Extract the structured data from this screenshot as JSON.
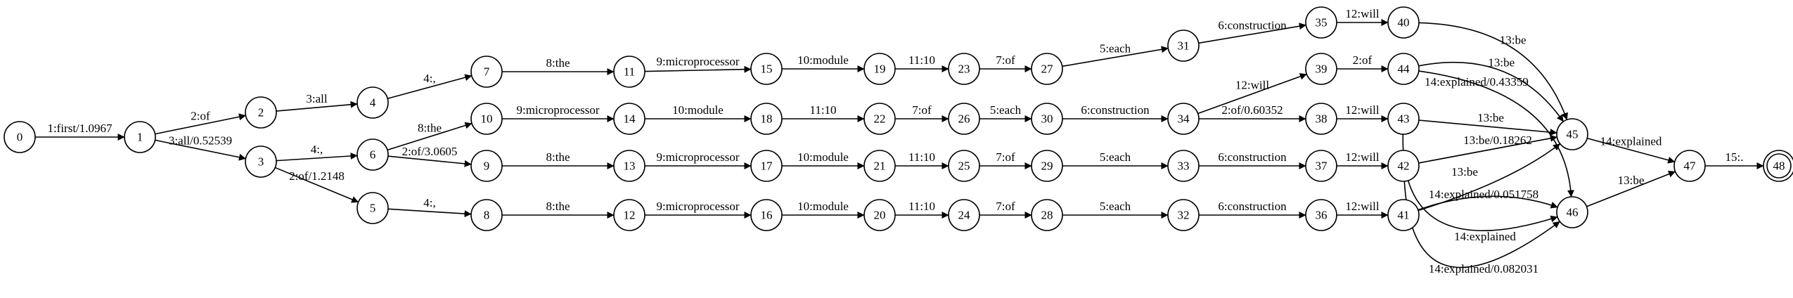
{
  "graph": {
    "start_node": "0",
    "final_nodes": [
      "48"
    ],
    "nodes": [
      "0",
      "1",
      "2",
      "3",
      "4",
      "5",
      "6",
      "7",
      "8",
      "9",
      "10",
      "11",
      "12",
      "13",
      "14",
      "15",
      "16",
      "17",
      "18",
      "19",
      "20",
      "21",
      "22",
      "23",
      "24",
      "25",
      "26",
      "27",
      "28",
      "29",
      "30",
      "31",
      "32",
      "33",
      "34",
      "35",
      "36",
      "37",
      "38",
      "39",
      "40",
      "41",
      "42",
      "43",
      "44",
      "45",
      "46",
      "47",
      "48"
    ],
    "edges": [
      {
        "from": "0",
        "to": "1",
        "label": "1:first/1.0967"
      },
      {
        "from": "1",
        "to": "2",
        "label": "2:of"
      },
      {
        "from": "1",
        "to": "3",
        "label": "3:all/0.52539"
      },
      {
        "from": "2",
        "to": "4",
        "label": "3:all"
      },
      {
        "from": "3",
        "to": "6",
        "label": "4:,"
      },
      {
        "from": "3",
        "to": "5",
        "label": "2:of/1.2148"
      },
      {
        "from": "4",
        "to": "7",
        "label": "4:,"
      },
      {
        "from": "5",
        "to": "8",
        "label": "4:,"
      },
      {
        "from": "6",
        "to": "10",
        "label": "8:the"
      },
      {
        "from": "6",
        "to": "9",
        "label": "2:of/3.0605"
      },
      {
        "from": "7",
        "to": "11",
        "label": "8:the"
      },
      {
        "from": "8",
        "to": "12",
        "label": "8:the"
      },
      {
        "from": "9",
        "to": "13",
        "label": "8:the"
      },
      {
        "from": "10",
        "to": "14",
        "label": "9:microprocessor"
      },
      {
        "from": "11",
        "to": "15",
        "label": "9:microprocessor"
      },
      {
        "from": "12",
        "to": "16",
        "label": "9:microprocessor"
      },
      {
        "from": "13",
        "to": "17",
        "label": "9:microprocessor"
      },
      {
        "from": "14",
        "to": "18",
        "label": "10:module"
      },
      {
        "from": "15",
        "to": "19",
        "label": "10:module"
      },
      {
        "from": "16",
        "to": "20",
        "label": "10:module"
      },
      {
        "from": "17",
        "to": "21",
        "label": "10:module"
      },
      {
        "from": "18",
        "to": "22",
        "label": "11:10"
      },
      {
        "from": "19",
        "to": "23",
        "label": "11:10"
      },
      {
        "from": "20",
        "to": "24",
        "label": "11:10"
      },
      {
        "from": "21",
        "to": "25",
        "label": "11:10"
      },
      {
        "from": "22",
        "to": "26",
        "label": "7:of"
      },
      {
        "from": "23",
        "to": "27",
        "label": "7:of"
      },
      {
        "from": "24",
        "to": "28",
        "label": "7:of"
      },
      {
        "from": "25",
        "to": "29",
        "label": "7:of"
      },
      {
        "from": "26",
        "to": "30",
        "label": "5:each"
      },
      {
        "from": "27",
        "to": "31",
        "label": "5:each"
      },
      {
        "from": "28",
        "to": "32",
        "label": "5:each"
      },
      {
        "from": "29",
        "to": "33",
        "label": "5:each"
      },
      {
        "from": "30",
        "to": "34",
        "label": "6:construction"
      },
      {
        "from": "31",
        "to": "35",
        "label": "6:construction"
      },
      {
        "from": "32",
        "to": "36",
        "label": "6:construction"
      },
      {
        "from": "33",
        "to": "37",
        "label": "6:construction"
      },
      {
        "from": "34",
        "to": "39",
        "label": "12:will"
      },
      {
        "from": "34",
        "to": "38",
        "label": "2:of/0.60352"
      },
      {
        "from": "35",
        "to": "40",
        "label": "12:will"
      },
      {
        "from": "36",
        "to": "41",
        "label": "12:will"
      },
      {
        "from": "37",
        "to": "42",
        "label": "12:will"
      },
      {
        "from": "38",
        "to": "43",
        "label": "12:will"
      },
      {
        "from": "39",
        "to": "44",
        "label": "2:of"
      },
      {
        "from": "40",
        "to": "45",
        "label": "13:be"
      },
      {
        "from": "44",
        "to": "45",
        "label": "13:be"
      },
      {
        "from": "44",
        "to": "46",
        "label": "14:explained/0.43359"
      },
      {
        "from": "43",
        "to": "45",
        "label": "13:be"
      },
      {
        "from": "43",
        "to": "46",
        "label": "14:explained"
      },
      {
        "from": "42",
        "to": "45",
        "label": "13:be/0.18262"
      },
      {
        "from": "42",
        "to": "46",
        "label": "14:explained/0.082031"
      },
      {
        "from": "41",
        "to": "45",
        "label": "13:be"
      },
      {
        "from": "41",
        "to": "46",
        "label": "14:explained/0.051758"
      },
      {
        "from": "45",
        "to": "47",
        "label": "14:explained"
      },
      {
        "from": "46",
        "to": "47",
        "label": "13:be"
      },
      {
        "from": "47",
        "to": "48",
        "label": "15:."
      }
    ]
  }
}
